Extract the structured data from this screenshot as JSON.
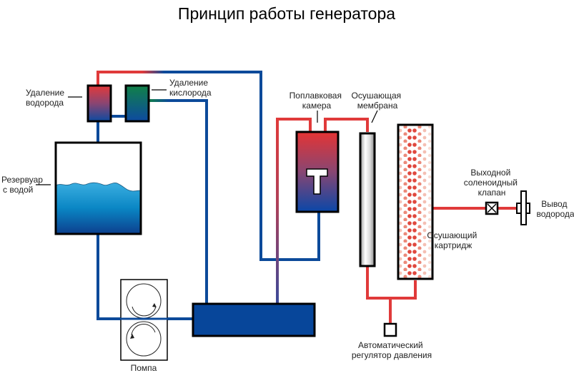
{
  "title": "Принцип работы генератора",
  "colors": {
    "hot": "#e03a3a",
    "cold": "#0c4a9a",
    "oxygen": "#12804a",
    "outline": "#000000"
  },
  "labels": {
    "hydrogen_removal": [
      "Удаление",
      "водорода"
    ],
    "oxygen_removal": [
      "Удаление",
      "кислорода"
    ],
    "reservoir": [
      "Резервуар",
      "с водой"
    ],
    "float_chamber": [
      "Поплавковая",
      "камера"
    ],
    "drying_membrane": [
      "Осушающая",
      "мембрана"
    ],
    "drying_cartridge": [
      "Осушающий",
      "картридж"
    ],
    "solenoid_valve": [
      "Выходной",
      "соленоидный",
      "клапан"
    ],
    "hydrogen_outlet": [
      "Вывод",
      "водорода"
    ],
    "pressure_regulator": [
      "Автоматический",
      "регулятор давления"
    ],
    "pump": [
      "Помпа"
    ]
  },
  "float_chamber_symbol": "T"
}
